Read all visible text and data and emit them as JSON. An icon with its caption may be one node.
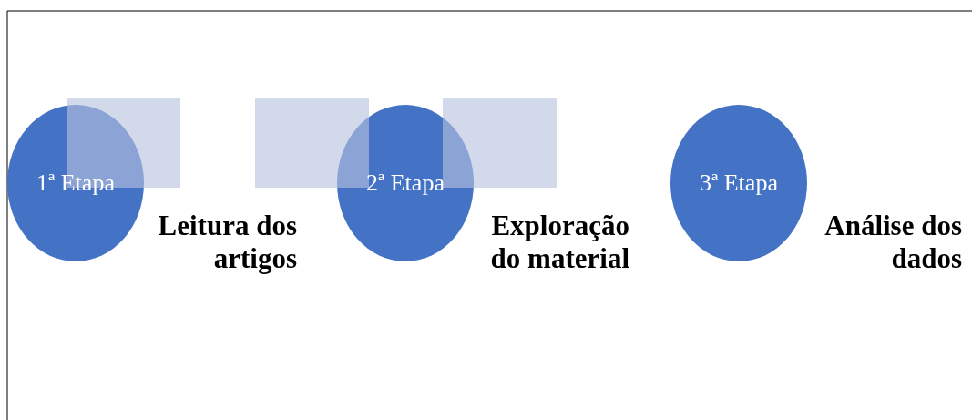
{
  "diagram": {
    "nodes": [
      {
        "text": [
          "1ª Etapa"
        ],
        "beside": [
          "Leitura dos artigos"
        ]
      },
      {
        "text": [
          "2ª Etapa"
        ],
        "beside": [
          "Exploração do material"
        ]
      },
      {
        "text": [
          "3ª Etapa"
        ],
        "beside": [
          "Análise dos dados"
        ]
      }
    ]
  }
}
